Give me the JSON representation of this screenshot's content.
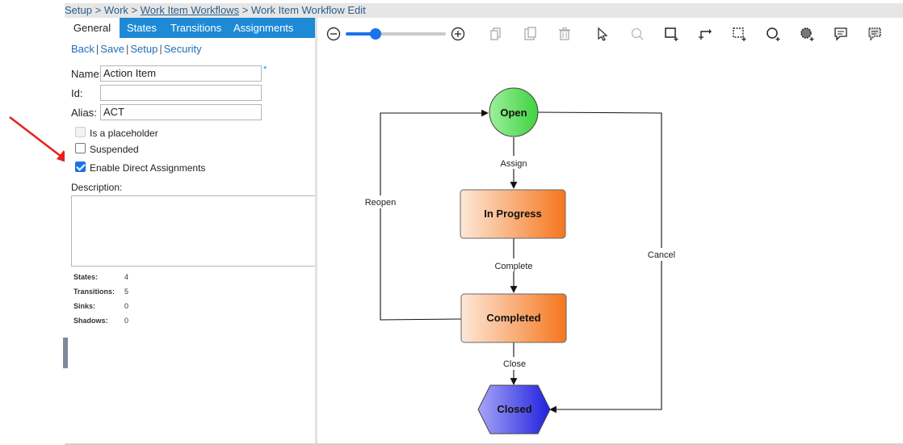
{
  "breadcrumb": {
    "setup": "Setup",
    "sep": " > ",
    "work": "Work",
    "workflows": "Work Item Workflows",
    "current": "Work Item Workflow Edit"
  },
  "tabs": [
    {
      "label": "General"
    },
    {
      "label": "States"
    },
    {
      "label": "Transitions"
    },
    {
      "label": "Assignments"
    }
  ],
  "actions": {
    "back": "Back",
    "save": "Save",
    "setup": "Setup",
    "security": "Security",
    "sep": "|"
  },
  "form": {
    "name_label": "Name:",
    "name_value": "Action Item",
    "required_mark": "*",
    "id_label": "Id:",
    "id_value": "",
    "alias_label": "Alias:",
    "alias_value": "ACT",
    "placeholder_label": "Is a placeholder",
    "suspended_label": "Suspended",
    "direct_label": "Enable Direct Assignments",
    "description_label": "Description:"
  },
  "stats": [
    {
      "label": "States:",
      "value": "4"
    },
    {
      "label": "Transitions:",
      "value": "5"
    },
    {
      "label": "Sinks:",
      "value": "0"
    },
    {
      "label": "Shadows:",
      "value": "0"
    }
  ],
  "toolbar": {
    "icons": [
      "zoom-out-icon",
      "zoom-in-icon",
      "copy-icon",
      "paste-icon",
      "delete-icon",
      "select-icon",
      "find-icon",
      "add-state-icon",
      "add-transition-icon",
      "marquee-icon",
      "lasso-icon",
      "shadow-icon",
      "comment-icon",
      "comments-icon"
    ],
    "zoom_level": 0.3
  },
  "diagram": {
    "states": [
      "Open",
      "In Progress",
      "Completed",
      "Closed"
    ],
    "transitions": [
      "Assign",
      "Complete",
      "Close",
      "Reopen",
      "Cancel"
    ],
    "colors": {
      "open": "#5fd85f",
      "progress": "#f5883a",
      "closed": "#3b3bea",
      "arrow": "#e8201a",
      "accent": "#1e8ad6"
    }
  }
}
